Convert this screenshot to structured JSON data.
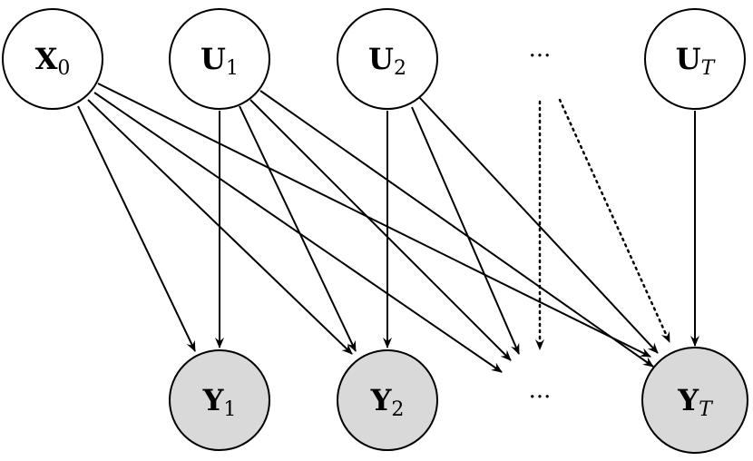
{
  "colors": {
    "observed_fill": "#d9d9d9",
    "latent_fill": "#ffffff",
    "stroke": "#000000"
  },
  "nodes": {
    "x0": {
      "main": "X",
      "sub": "0"
    },
    "u1": {
      "main": "U",
      "sub": "1"
    },
    "u2": {
      "main": "U",
      "sub": "2"
    },
    "ut": {
      "main": "U",
      "sub": "T"
    },
    "y1": {
      "main": "Y",
      "sub": "1"
    },
    "y2": {
      "main": "Y",
      "sub": "2"
    },
    "yt": {
      "main": "Y",
      "sub": "T"
    }
  },
  "ellipsis": {
    "top": "···",
    "bottom": "···"
  }
}
